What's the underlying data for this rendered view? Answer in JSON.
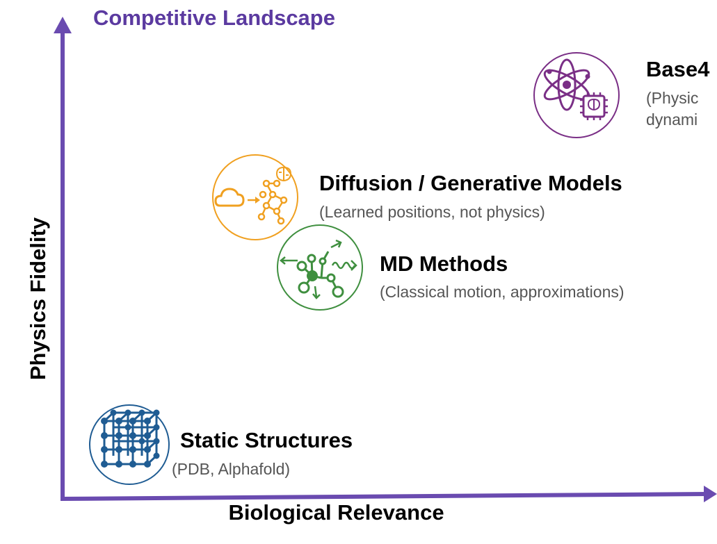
{
  "header": {
    "title": "Competitive Landscape"
  },
  "axes": {
    "y_label": "Physics Fidelity",
    "x_label": "Biological Relevance",
    "color": "#6a4bb0"
  },
  "items": [
    {
      "key": "base4",
      "title": "Base4",
      "subtitle_lines": [
        "(Physic",
        "dynami"
      ],
      "icon": "atom-chip-icon",
      "color": "#7a2f86"
    },
    {
      "key": "diffusion",
      "title": "Diffusion / Generative Models",
      "subtitle_lines": [
        "(Learned positions, not physics)"
      ],
      "icon": "cloud-network-brain-icon",
      "color": "#f0a020"
    },
    {
      "key": "md",
      "title": "MD Methods",
      "subtitle_lines": [
        "(Classical motion, approximations)"
      ],
      "icon": "molecule-motion-icon",
      "color": "#3f8f3f"
    },
    {
      "key": "static",
      "title": "Static Structures",
      "subtitle_lines": [
        "(PDB, Alphafold)"
      ],
      "icon": "crystal-lattice-icon",
      "color": "#1f5c93"
    }
  ]
}
